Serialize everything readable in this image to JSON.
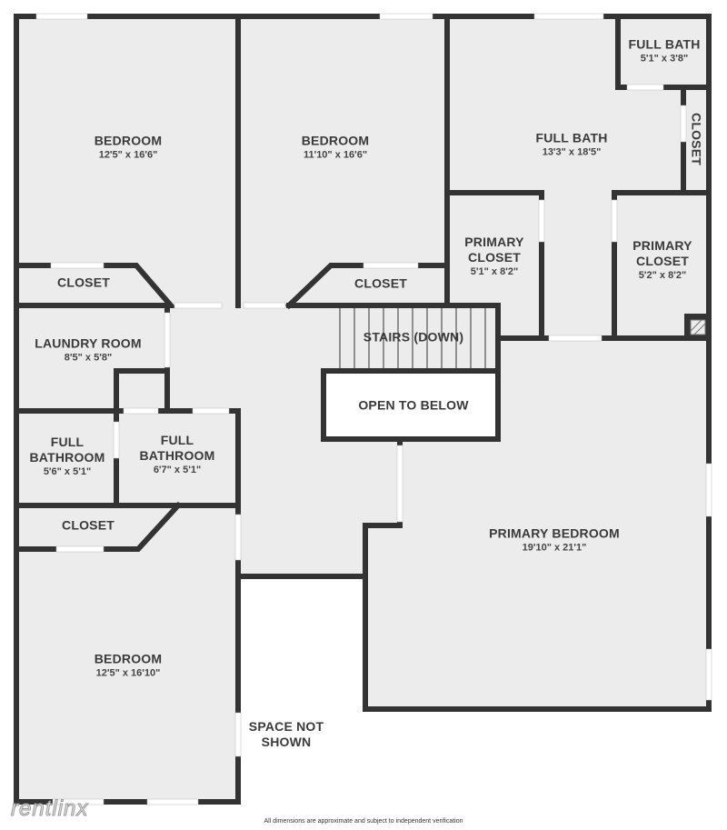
{
  "floorplan": {
    "colors": {
      "wall": "#333333",
      "floor": "#ececec",
      "window": "#ffffff",
      "background": "#ffffff"
    },
    "rooms": [
      {
        "id": "bedroom-1",
        "name": "BEDROOM",
        "dimensions": "12'5\" x 16'6\""
      },
      {
        "id": "bedroom-2",
        "name": "BEDROOM",
        "dimensions": "11'10\" x 16'6\""
      },
      {
        "id": "full-bath-main",
        "name": "FULL BATH",
        "dimensions": "13'3\" x 18'5\""
      },
      {
        "id": "full-bath-small",
        "name": "FULL BATH",
        "dimensions": "5'1\" x 3'8\""
      },
      {
        "id": "closet-vertical",
        "name": "CLOSET",
        "dimensions": ""
      },
      {
        "id": "closet-1",
        "name": "CLOSET",
        "dimensions": ""
      },
      {
        "id": "closet-2",
        "name": "CLOSET",
        "dimensions": ""
      },
      {
        "id": "primary-closet-1",
        "name_line1": "PRIMARY",
        "name_line2": "CLOSET",
        "dimensions": "5'1\" x 8'2\""
      },
      {
        "id": "primary-closet-2",
        "name_line1": "PRIMARY",
        "name_line2": "CLOSET",
        "dimensions": "5'2\" x 8'2\""
      },
      {
        "id": "laundry-room",
        "name": "LAUNDRY ROOM",
        "dimensions": "8'5\" x 5'8\""
      },
      {
        "id": "stairs",
        "name": "STAIRS (DOWN)",
        "dimensions": ""
      },
      {
        "id": "open-to-below",
        "name": "OPEN TO BELOW",
        "dimensions": ""
      },
      {
        "id": "full-bathroom-1",
        "name_line1": "FULL",
        "name_line2": "BATHROOM",
        "dimensions": "5'6\" x 5'1\""
      },
      {
        "id": "full-bathroom-2",
        "name_line1": "FULL",
        "name_line2": "BATHROOM",
        "dimensions": "6'7\" x 5'1\""
      },
      {
        "id": "closet-3",
        "name": "CLOSET",
        "dimensions": ""
      },
      {
        "id": "primary-bedroom",
        "name": "PRIMARY BEDROOM",
        "dimensions": "19'10\" x 21'1\""
      },
      {
        "id": "bedroom-3",
        "name": "BEDROOM",
        "dimensions": "12'5\" x 16'10\""
      },
      {
        "id": "space-not-shown",
        "name_line1": "SPACE NOT",
        "name_line2": "SHOWN",
        "dimensions": ""
      }
    ],
    "watermark": "rentlinx",
    "disclaimer": "All dimensions are approximate and subject to independent verification"
  }
}
